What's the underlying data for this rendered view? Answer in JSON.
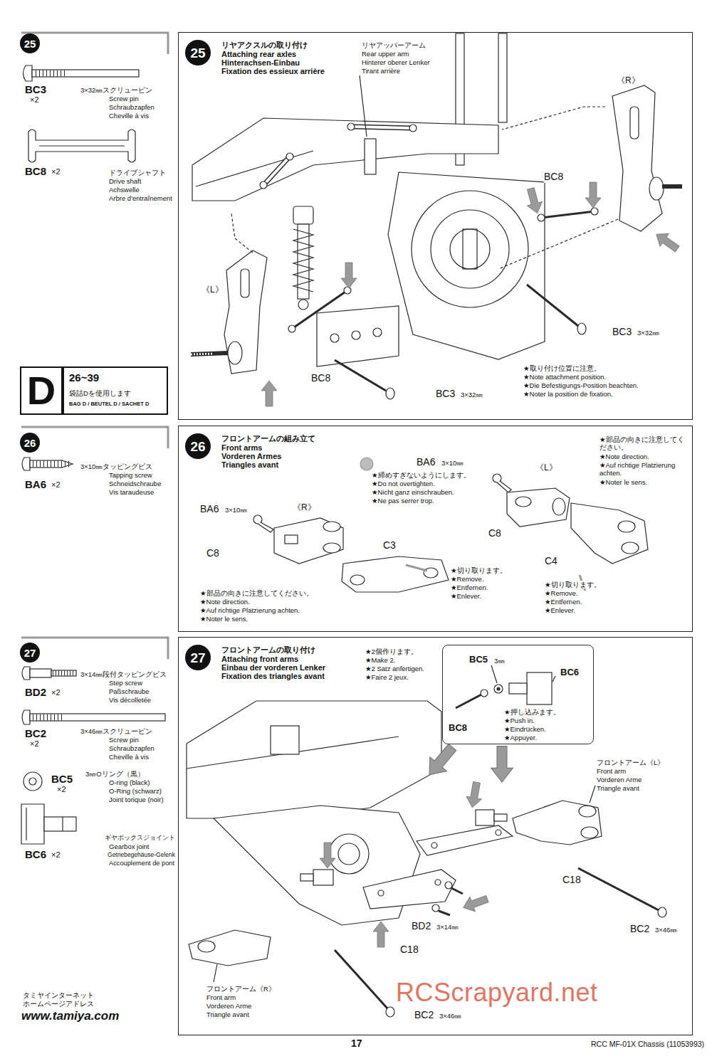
{
  "diagram": {
    "nodes": [
      {
        "text": [
          "25"
        ]
      },
      {
        "text": [
          "リヤアクスルの取り付け",
          "Attaching rear axles",
          "Hinterachsen-Einbau",
          "Fixation des essieux arrière"
        ]
      },
      {
        "text": [
          "25"
        ],
        "in": 1
      },
      {
        "text": [
          "D"
        ]
      },
      {
        "text": [
          "26~39",
          "袋詰Dを使用します",
          "BAG D / BEUTEL D / SACHET D"
        ]
      },
      {
        "text": [
          "26"
        ]
      },
      {
        "text": [
          "フロントアームの組み立て",
          "Front arms",
          "Vorderen Armes",
          "Triangles avant"
        ]
      },
      {
        "text": [
          "26"
        ],
        "in": 6
      },
      {
        "text": [
          "27"
        ]
      },
      {
        "text": [
          "フロントアームの取り付け",
          "Attaching front arms",
          "Einbau der vorderen Lenker",
          "Fixation des triangles avant"
        ]
      },
      {
        "text": [
          "27"
        ],
        "in": 9
      },
      {
        "text": [
          "BC5",
          "3㎜",
          "BC6",
          "BC8",
          "★押し込みます。",
          "★Push in.",
          "★Eindrücken.",
          "★Appuyer."
        ],
        "in": 9
      }
    ],
    "labels": [
      "BC3",
      "×2",
      "3×32㎜スクリューピン",
      "Screw pin",
      "Schraubzapfen",
      "Cheville à vis",
      "BC8",
      "×2",
      "ドライブシャフト",
      "Drive shaft",
      "Achswelle",
      "Arbre d'entraînement",
      "リヤアッパーアーム",
      "Rear upper arm",
      "Hinterer oberer Lenker",
      "Tirant arrière",
      "《R》",
      "BC8",
      "BC3",
      "3×32㎜",
      "《L》",
      "BC8",
      "BC3",
      "3×32㎜",
      "★取り付け位置に注意。",
      "★Note attachment position.",
      "★Die Befestigungs-Position beachten.",
      "★Noter la position de fixation.",
      "BA6",
      "×2",
      "3×10㎜タッピングビス",
      "Tapping screw",
      "Schneidschraube",
      "Vis taraudeuse",
      "BA6",
      "3×10㎜",
      "★締めすぎないようにします。",
      "★Do not overtighten.",
      "★Nicht ganz einschrauben.",
      "★Ne pas serrer trop.",
      "《L》",
      "★部品の向きに注意してください。",
      "★Note direction.",
      "★Auf richtige Platzierung achten.",
      "★Noter le sens.",
      "BA6",
      "3×10㎜",
      "《R》",
      "C8",
      "C3",
      "★切り取ります。",
      "★Remove.",
      "★Entfernen.",
      "★Enlever.",
      "C8",
      "C4",
      "★切り取ります。",
      "★Remove.",
      "★Entfernen.",
      "★Enlever.",
      "★部品の向きに注意してください。",
      "★Note direction.",
      "★Auf richtige Platzierung achten.",
      "★Noter le sens.",
      "BD2",
      "×2",
      "3×14㎜段付タッピングビス",
      "Step screw",
      "Paßschraube",
      "Vis décolletée",
      "BC2",
      "×2",
      "3×46㎜スクリューピン",
      "Screw pin",
      "Schraubzapfen",
      "Cheville à vis",
      "BC5",
      "×2",
      "3㎜Oリング（黒）",
      "O-ring (black)",
      "O-Ring (schwarz)",
      "Joint torique (noir)",
      "BC6",
      "×2",
      "ギヤボックスジョイント",
      "Gearbox joint",
      "Getriebegehäuse-Gelenk",
      "Accouplement de pont",
      "★2個作ります。",
      "★Make 2.",
      "★2 Satz anfertigen.",
      "★Faire 2 jeux.",
      "フロントアーム《L》",
      "Front arm",
      "Vorderen Arme",
      "Triangle avant",
      "C18",
      "BC2",
      "3×46㎜",
      "BD2",
      "3×14㎜",
      "C18",
      "フロントアーム《R》",
      "Front arm",
      "Vorderen Arme",
      "Triangle avant",
      "BC2",
      "3×46㎜",
      "タミヤインターネット",
      "ホームページアドレス",
      "www.tamiya.com",
      "17",
      "RCC MF-01X Chassis (11053993)",
      "RCScrapyard.net"
    ]
  }
}
